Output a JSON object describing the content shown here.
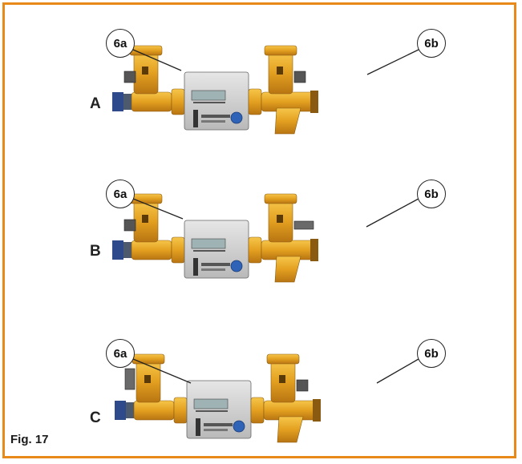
{
  "figure": {
    "caption": "Fig. 17",
    "frame_color": "#e88a1a",
    "brass_color": "#e8a321",
    "rows": [
      {
        "label": "A",
        "left_callout": "6a",
        "right_callout": "6b"
      },
      {
        "label": "B",
        "left_callout": "6a",
        "right_callout": "6b"
      },
      {
        "label": "C",
        "left_callout": "6a",
        "right_callout": "6b"
      }
    ]
  }
}
